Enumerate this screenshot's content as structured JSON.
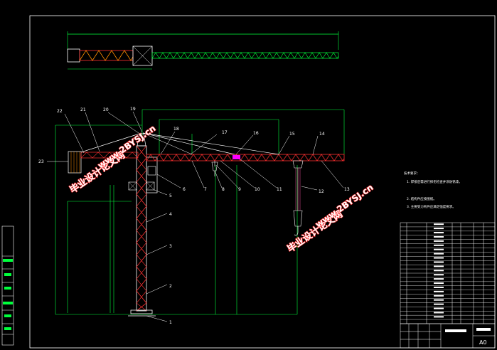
{
  "drawing": {
    "part_numbers": [
      "1",
      "2",
      "3",
      "4",
      "5",
      "6",
      "7",
      "8",
      "9",
      "10",
      "11",
      "12",
      "13",
      "14",
      "15",
      "16",
      "17",
      "18",
      "19",
      "20",
      "21",
      "22",
      "23"
    ],
    "watermarks": [
      "毕业设计论文网",
      "www.2BYSJ.cn"
    ],
    "notes": {
      "title": "技术要求：",
      "lines": [
        "1. 焊接后需进行探伤检查并涂防锈漆。",
        "2. 结构件应按图纸。",
        "3. 主要受力构件应满足强度要求。"
      ]
    },
    "title_block": {
      "sheet_size": "A0"
    }
  },
  "colors": {
    "background": "#000000",
    "outline": "#ffffff",
    "dimension": "#00ff3c",
    "structure": "#ff3030",
    "hook": "#ff55aa",
    "accent": "#00e6e6"
  }
}
